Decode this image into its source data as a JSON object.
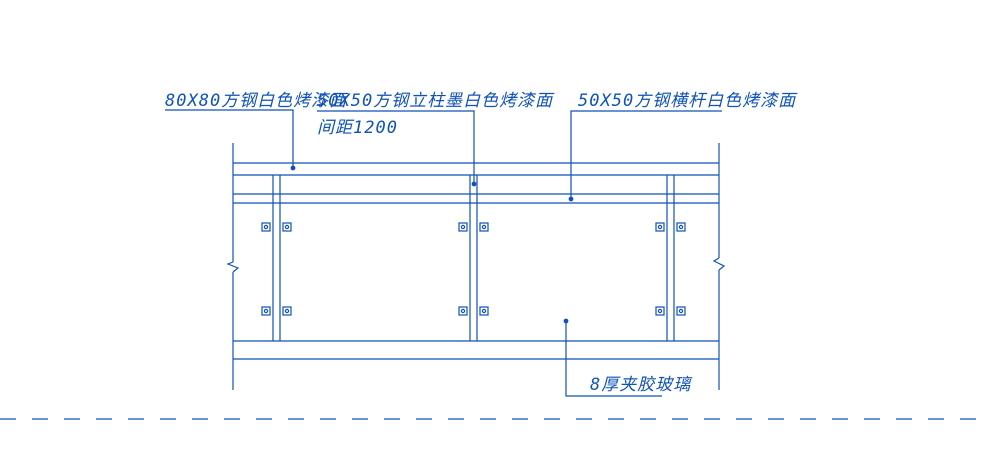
{
  "colors": {
    "stroke": "#0f52b8",
    "background": "#ffffff"
  },
  "labels": {
    "top_rail": "80X80方钢白色烤漆面",
    "post": "50X50方钢立柱墨白色烤漆面",
    "post_spacing": "间距1200",
    "cross_rail": "50X50方钢横杆白色烤漆面",
    "glass": "8厚夹胶玻璃"
  }
}
